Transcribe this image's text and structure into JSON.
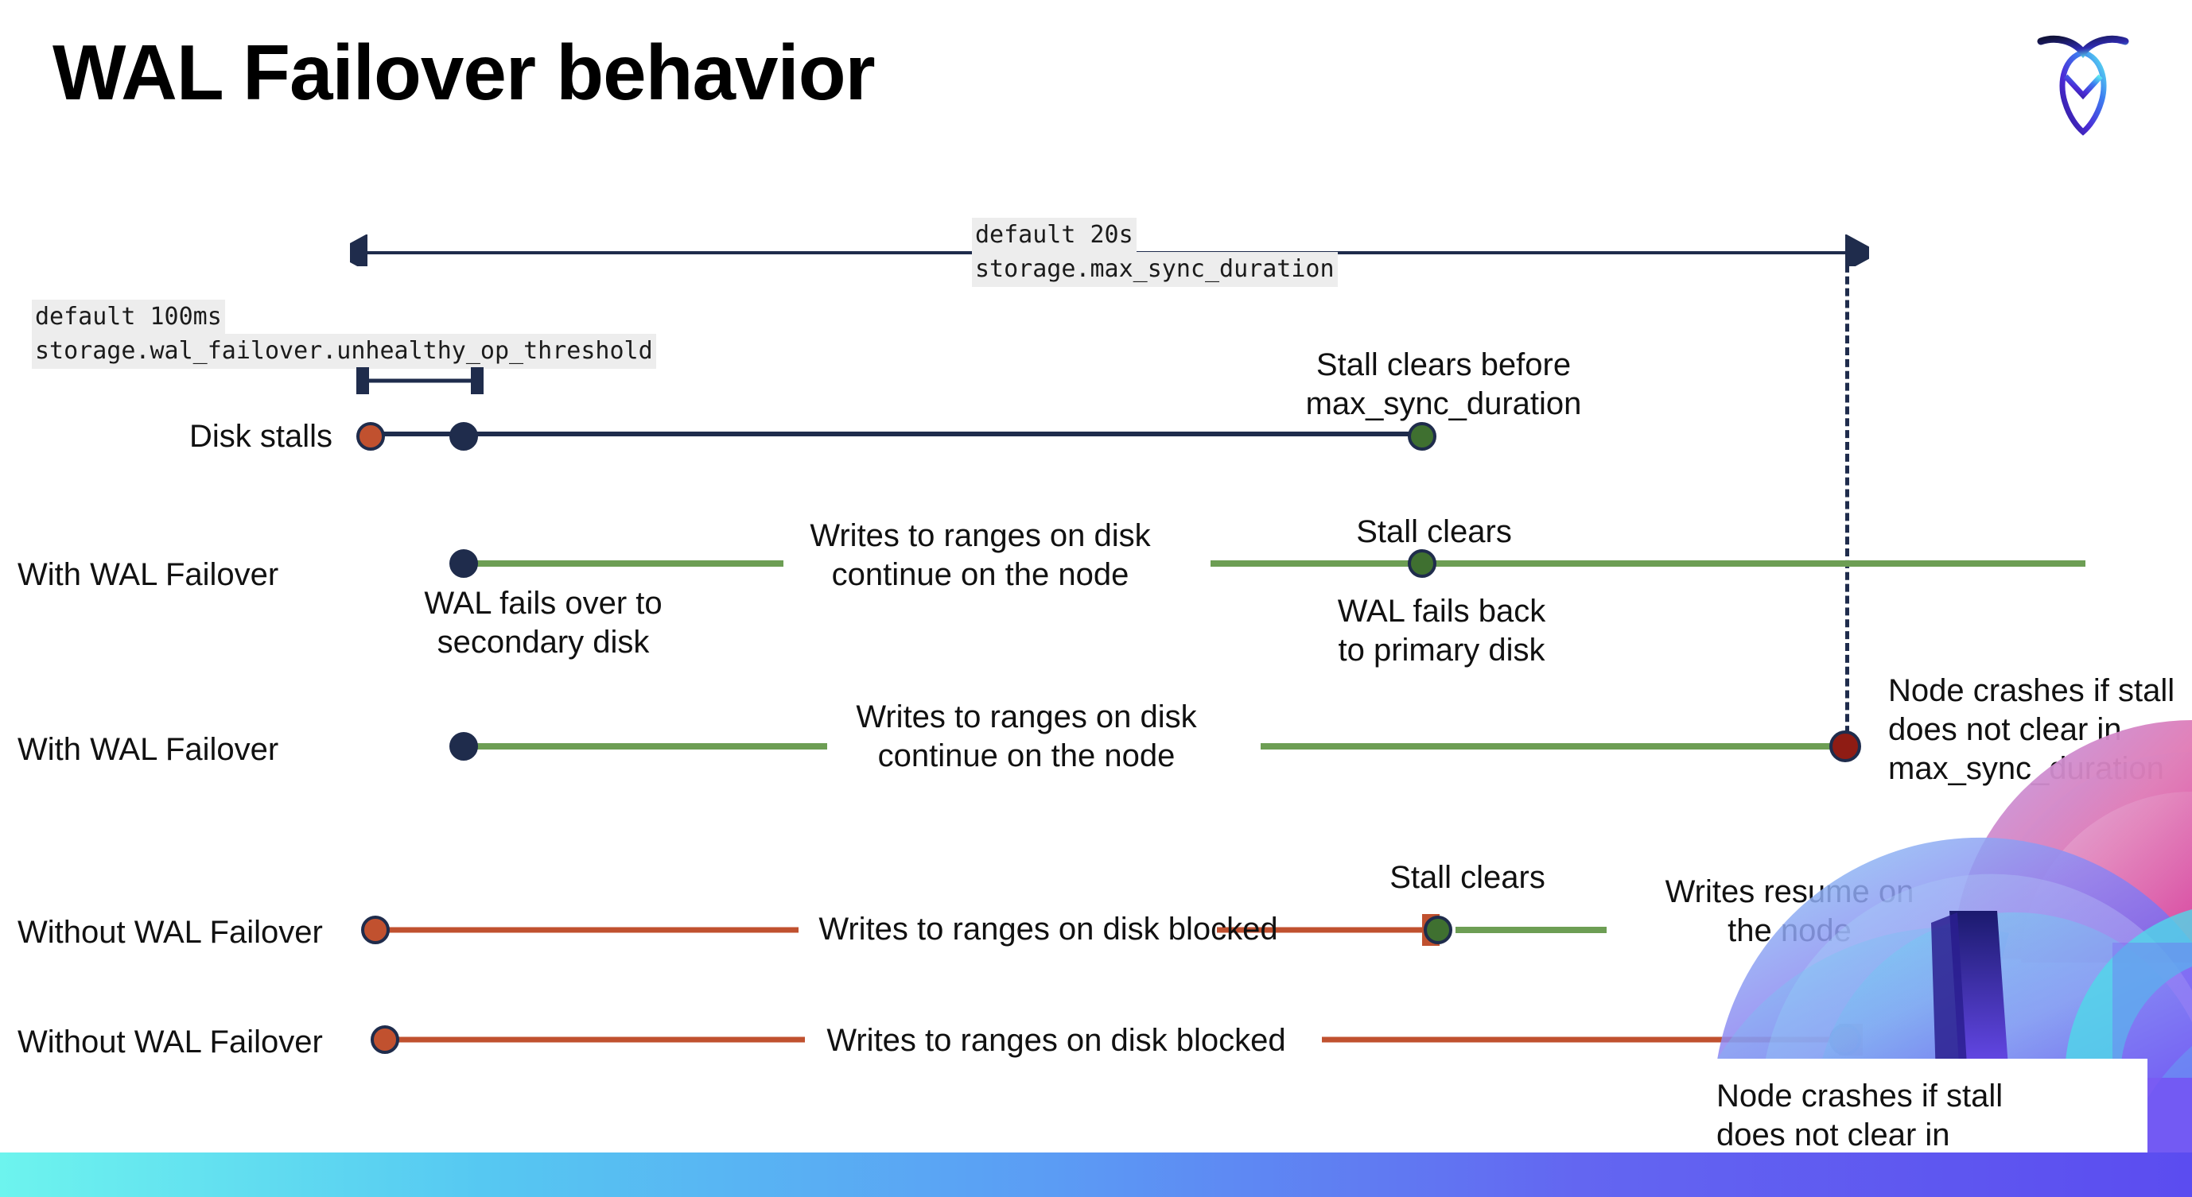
{
  "slide": {
    "title": "WAL Failover behavior",
    "logo_icon": "cockroachdb-logo-icon",
    "accent_colors": {
      "navy": "#1f2c4c",
      "green_line": "#6d9e54",
      "green_dot": "#3f7030",
      "red_line": "#c0512f",
      "orange_dot": "#c1512f",
      "dark_red_dot": "#8f1c14",
      "code_bg": "#ededed",
      "bottom_bar_from": "#6df4ee",
      "bottom_bar_to": "#5b4cf0"
    }
  },
  "settings": {
    "max_sync": {
      "default_label": "default 20s",
      "name": "storage.max_sync_duration"
    },
    "unhealthy_op": {
      "default_label": "default 100ms",
      "name": "storage.wal_failover.unhealthy_op_threshold"
    }
  },
  "rows": [
    {
      "label": "Disk stalls",
      "notes": [
        "Stall clears before\nmax_sync_duration"
      ]
    },
    {
      "label": "With WAL Failover",
      "notes": [
        "WAL fails over to\nsecondary disk",
        "Writes to ranges on disk\ncontinue on the node",
        "Stall clears",
        "WAL fails  back\nto primary disk"
      ]
    },
    {
      "label": "With WAL Failover",
      "notes": [
        "Writes to ranges on disk\ncontinue on the node",
        "Node crashes if stall\ndoes not clear in\nmax_sync_duration"
      ]
    },
    {
      "label": "Without WAL Failover",
      "notes": [
        "Writes to ranges on disk  blocked",
        "Stall clears",
        "Writes resume on\nthe node"
      ]
    },
    {
      "label": "Without WAL Failover",
      "notes": [
        "Writes to ranges on disk  blocked",
        "Node crashes if stall\ndoes not clear in\nmax_sync_duration"
      ]
    }
  ]
}
